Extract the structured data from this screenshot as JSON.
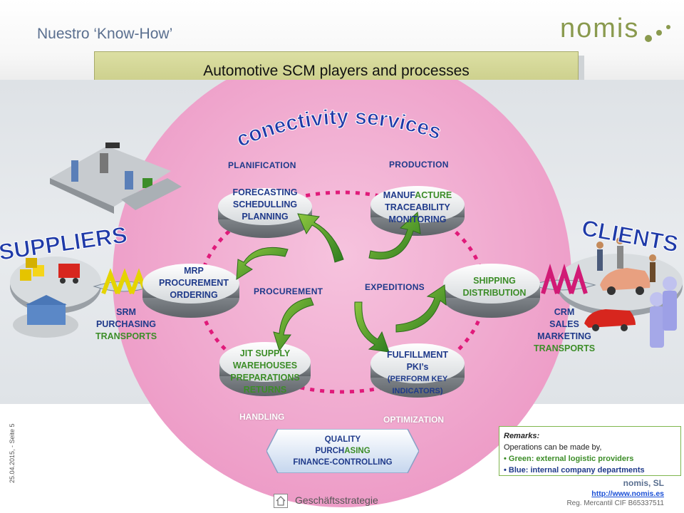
{
  "header": {
    "slide_title": "Nuestro ‘Know-How’",
    "logo_text": "nomis",
    "banner_title": "Automotive SCM players and processes"
  },
  "diagram": {
    "arc_title": "conectivity services",
    "suppliers_title": "SUPPLIERS",
    "clients_title": "CLIENTS",
    "labels": {
      "planification": "PLANIFICATION",
      "production": "PRODUCTION",
      "procurement": "PROCUREMENT",
      "expeditions": "EXPEDITIONS",
      "handling": "HANDLING",
      "optimization": "OPTIMIZATION"
    },
    "discs": {
      "forecasting": [
        "FORECASTING",
        "SCHEDULLING",
        "PLANNING"
      ],
      "manufacture": {
        "blue": "MANUF",
        "green": "ACTURE",
        "line2": "TRACEABILITY",
        "line3": "MONITORING"
      },
      "mrp": [
        "MRP",
        "PROCUREMENT",
        "ORDERING"
      ],
      "shipping": [
        "SHIPPING",
        "DISTRIBUTION"
      ],
      "jit": [
        "JIT SUPPLY",
        "WAREHOUSES",
        "PREPARATIONS",
        "RETURNS"
      ],
      "fulfillment": [
        "FULFILLMENT",
        "PKI’s",
        "(PERFORM KEY",
        "INDICATORS)"
      ]
    },
    "suppliers_side": {
      "line1": "SRM",
      "line2": "PURCHASING",
      "line3": "TRANSPORTS"
    },
    "clients_side": {
      "line1": "CRM",
      "line2": "SALES",
      "line3": "MARKETING",
      "line4": "TRANSPORTS"
    },
    "quality": {
      "line1": "QUALITY",
      "line2_blue": "PURCH",
      "line2_green": "ASING",
      "line3": "FINANCE-CONTROLLING"
    }
  },
  "remarks": {
    "title": "Remarks:",
    "line1": "Operations can be made by,",
    "green_item": "• Green: external logistic providers",
    "blue_item": "• Blue: internal company departments"
  },
  "company": {
    "name": "nomis, SL",
    "url": "http://www.nomis.es",
    "reg": "Reg. Mercantil CIF B65337511"
  },
  "footer": {
    "date": "25.04.2015, - Seite 5",
    "section": "Geschäftsstrategie"
  },
  "colors": {
    "pink": "#f0a8cf",
    "blue_text": "#1f3a8a",
    "green": "#3c8d28",
    "magenta": "#e01a7a",
    "arc_blue": "#1f3aa8"
  }
}
